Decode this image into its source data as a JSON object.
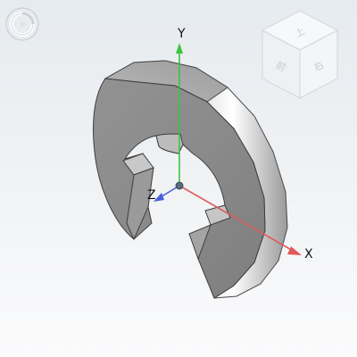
{
  "viewport": {
    "background_top": "#e6ebef",
    "background_bottom": "#fbfbfc"
  },
  "model": {
    "part": "e-ring-retaining-clip",
    "color": "#8e8e8e"
  },
  "axes": {
    "x": {
      "label": "X",
      "color": "#e05a5a"
    },
    "y": {
      "label": "Y",
      "color": "#3cc43c"
    },
    "z": {
      "label": "Z",
      "color": "#4a5fd8"
    }
  },
  "view_cube": {
    "face_top": "上",
    "face_front": "前",
    "face_right": "右"
  },
  "toolbar": {
    "home_icon": "home-view-icon"
  }
}
